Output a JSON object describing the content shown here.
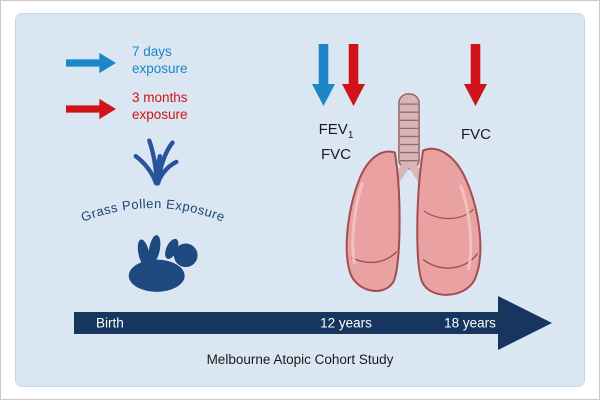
{
  "figure": {
    "caption": "Melbourne Atopic Cohort Study"
  },
  "legend": {
    "items": [
      {
        "id": "seven-days",
        "label": "7 days exposure",
        "color": "#1b87c9"
      },
      {
        "id": "three-months",
        "label": "3 months exposure",
        "color": "#cf1318"
      }
    ]
  },
  "grass": {
    "label": "Grass Pollen Exposure"
  },
  "measurements": {
    "left": {
      "line1_main": "FEV",
      "line1_sub": "1",
      "line2": "FVC"
    },
    "right": {
      "label": "FVC"
    }
  },
  "timeline": {
    "milestones": [
      "Birth",
      "12 years",
      "18 years"
    ]
  },
  "colors": {
    "card_background": "#dbe6f3",
    "blue_arrow": "#1b87c9",
    "red_arrow": "#cf1318",
    "navy": "#1c3f78",
    "timeline_navy": "#16365f",
    "lung_pink": "#e9a1a1",
    "lung_outline": "#a14f4f"
  }
}
